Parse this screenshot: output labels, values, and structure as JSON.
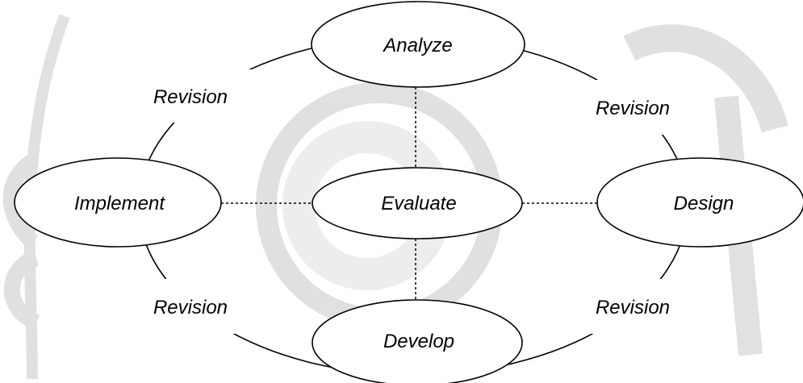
{
  "diagram": {
    "type": "cycle",
    "center": {
      "label": "Evaluate"
    },
    "phases": [
      {
        "key": "analyze",
        "label": "Analyze"
      },
      {
        "key": "design",
        "label": "Design"
      },
      {
        "key": "develop",
        "label": "Develop"
      },
      {
        "key": "implement",
        "label": "Implement"
      }
    ],
    "revisions": [
      {
        "key": "top-left",
        "label": "Revision"
      },
      {
        "key": "top-right",
        "label": "Revision"
      },
      {
        "key": "bottom-left",
        "label": "Revision"
      },
      {
        "key": "bottom-right",
        "label": "Revision"
      }
    ],
    "colors": {
      "background": "#ffffff",
      "watermark": "#c8c8c8",
      "stroke": "#000000",
      "text": "#000000"
    }
  }
}
